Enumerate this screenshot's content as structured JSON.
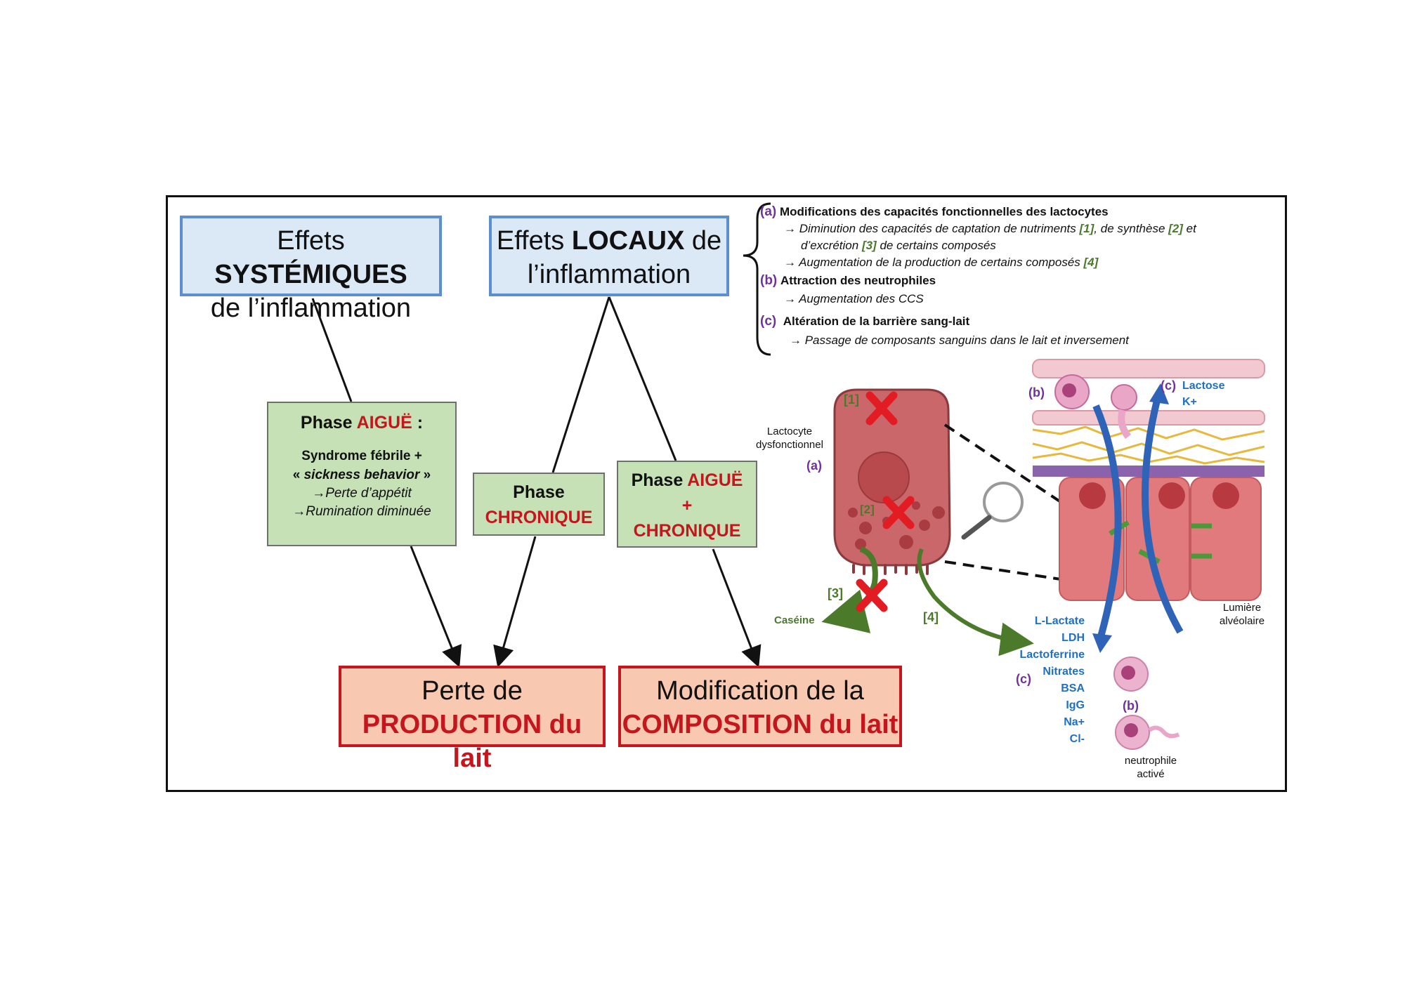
{
  "systemic": {
    "pre": "Effets ",
    "bold": "SYSTÉMIQUES",
    "line2": "de l’inflammation"
  },
  "local": {
    "pre": "Effets ",
    "bold": "LOCAUX",
    "post": " de",
    "line2": "l’inflammation"
  },
  "acute": {
    "title_pre": "Phase ",
    "title_red": "AIGUË",
    "title_post": " :",
    "line1": "Syndrome fébrile +",
    "line2_pre": "« ",
    "line2_it": "sickness behavior",
    "line2_post": " »",
    "line3": "→Perte d’appétit",
    "line4": "→Rumination diminuée"
  },
  "chronic": {
    "line1": "Phase",
    "line2": "CHRONIQUE"
  },
  "both": {
    "title_pre": "Phase ",
    "title_red": "AIGUË",
    "plus": "+",
    "line3": "CHRONIQUE"
  },
  "loss": {
    "line1": "Perte de",
    "line2": "PRODUCTION du lait"
  },
  "modif": {
    "line1": "Modification de la",
    "line2": "COMPOSITION du lait"
  },
  "list": {
    "a_tag": "(a)",
    "a_title": "Modifications des capacités fonctionnelles des lactocytes",
    "a1_pre": "→ Diminution des capacités de captation de nutriments ",
    "a1_t1": "[1]",
    "a1_mid": ", de synthèse ",
    "a1_t2": "[2]",
    "a1_post": " et",
    "a2_pre": "d’excrétion ",
    "a2_t3": "[3]",
    "a2_post": " de certains composés",
    "a3_pre": "→ Augmentation de la production de certains composés ",
    "a3_t4": "[4]",
    "b_tag": "(b)",
    "b_title": "Attraction des neutrophiles",
    "b1": "→ Augmentation des CCS",
    "c_tag": "(c)",
    "c_title": "Altération de la barrière sang-lait",
    "c1": "→ Passage de composants sanguins dans le lait et inversement"
  },
  "illus": {
    "t1": "[1]",
    "t2": "[2]",
    "t3": "[3]",
    "t4": "[4]",
    "lacto1": "Lactocyte",
    "lacto2": "dysfonctionnel",
    "lacto_tag": "(a)",
    "caseine": "Caséine",
    "b_top": "(b)",
    "c_top": "(c)",
    "lactose": "Lactose",
    "k": "K+",
    "lumiere1": "Lumière",
    "lumiere2": "alvéolaire",
    "blood_items": [
      "L-Lactate",
      "LDH",
      "Lactoferrine",
      "Nitrates",
      "BSA",
      "IgG",
      "Na+",
      "Cl-"
    ],
    "c_bottom": "(c)",
    "b_bottom": "(b)",
    "neutro1": "neutrophile",
    "neutro2": "activé"
  },
  "colors": {
    "purple": "#7030a0",
    "green": "#4a7a2a",
    "red": "#c4161c",
    "blue": "#1f6fc6"
  }
}
